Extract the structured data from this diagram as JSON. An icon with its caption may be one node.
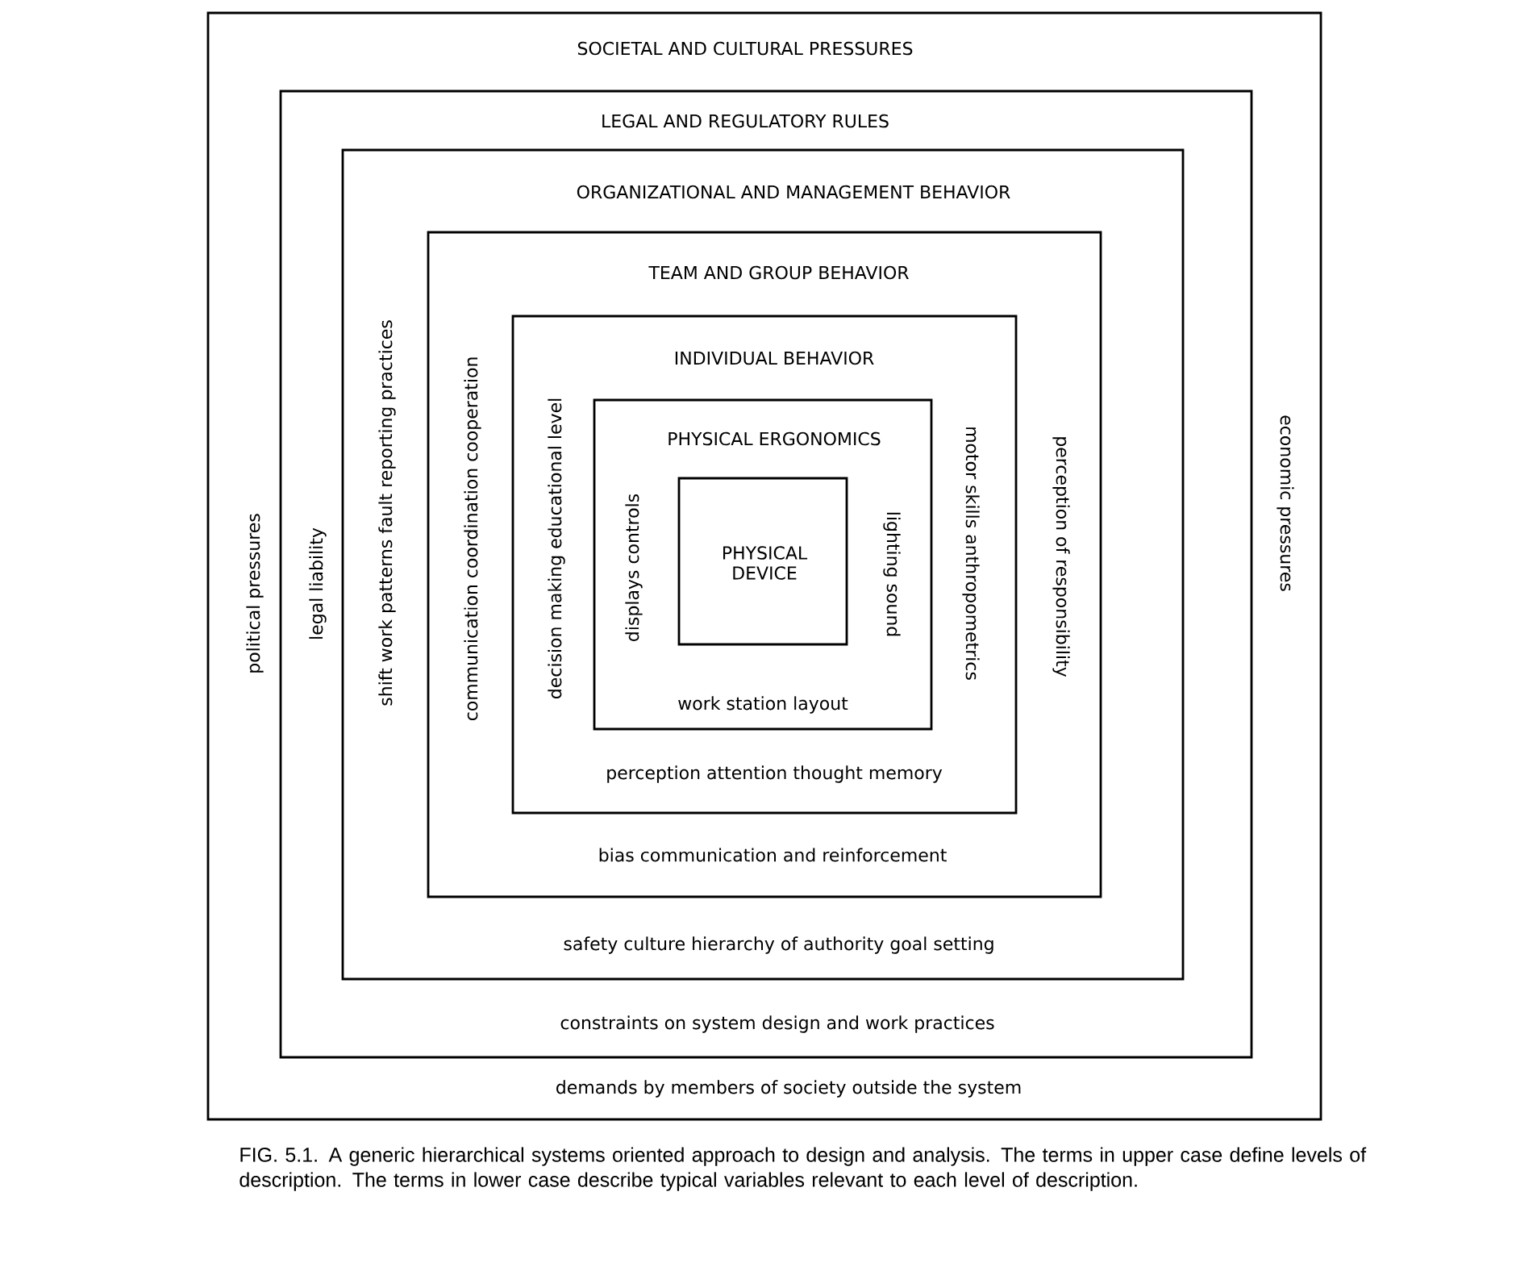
{
  "diagram": {
    "caption": "FIG. 5.1. A generic hierarchical systems oriented approach to design and analysis. The terms in upper case define levels of description. The terms in lower case describe typical variables relevant to each level of description.",
    "nodes": [
      {
        "text": [
          "SOCIETAL AND CULTURAL PRESSURES",
          "political pressures",
          "economic pressures",
          "demands by members of society outside the system"
        ]
      },
      {
        "text": [
          "LEGAL AND REGULATORY RULES",
          "legal liability",
          "constraints on system design and work practices"
        ],
        "in": 0
      },
      {
        "text": [
          "ORGANIZATIONAL AND MANAGEMENT BEHAVIOR",
          "shift work patterns fault reporting practices",
          "safety culture hierarchy of authority goal setting"
        ],
        "in": 1
      },
      {
        "text": [
          "TEAM AND GROUP BEHAVIOR",
          "communication coordination cooperation",
          "perception of responsibility",
          "bias communication and reinforcement"
        ],
        "in": 2
      },
      {
        "text": [
          "INDIVIDUAL BEHAVIOR",
          "decision making educational level",
          "motor skills anthropometrics",
          "perception attention thought memory"
        ],
        "in": 3
      },
      {
        "text": [
          "PHYSICAL ERGONOMICS",
          "displays controls",
          "lighting sound",
          "work station layout"
        ],
        "in": 4
      },
      {
        "text": [
          "PHYSICAL DEVICE"
        ],
        "in": 5
      }
    ]
  }
}
